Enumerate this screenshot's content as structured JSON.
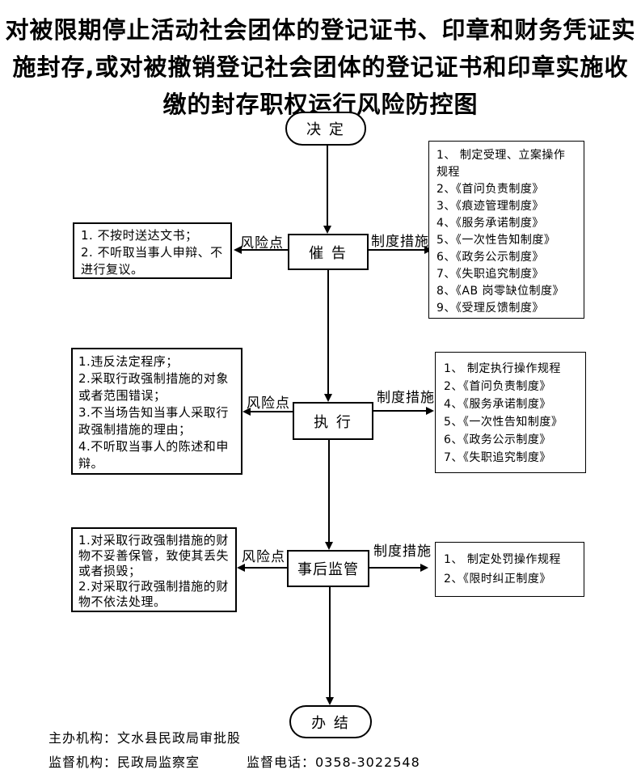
{
  "title": {
    "lines": [
      "对被限期停止活动社会团体的登记证书、印章和财务凭证实",
      "施封存,或对被撤销登记社会团体的登记证书和印章实施收",
      "缴的封存职权运行风险防控图"
    ]
  },
  "nodes": {
    "decision": "决 定",
    "reminder": "催 告",
    "execution": "执 行",
    "post_supervision": "事后监管",
    "completion": "办 结"
  },
  "labels": {
    "risk_point": "风险点",
    "measures": "制度措施"
  },
  "risk_boxes": {
    "reminder": {
      "items": [
        "1. 不按时送达文书；",
        "2. 不听取当事人申辩、不进行复议。"
      ]
    },
    "execution": {
      "items": [
        "1.违反法定程序；",
        "2.采取行政强制措施的对象或者范围错误；",
        "3.不当场告知当事人采取行政强制措施的理由；",
        "4.不听取当事人的陈述和申辩。"
      ]
    },
    "post_supervision": {
      "items": [
        "1.对采取行政强制措施的财物不妥善保管，致使其丢失或者损毁；",
        "2.对采取行政强制措施的财物不依法处理。"
      ]
    }
  },
  "measure_boxes": {
    "reminder": {
      "items": [
        "1、 制定受理、立案操作规程",
        "2、《首问负责制度》",
        "3、《痕迹管理制度》",
        "4、《服务承诺制度》",
        "5、《一次性告知制度》",
        "6、《政务公示制度》",
        "7、《失职追究制度》",
        "8、《AB 岗零缺位制度》",
        "9、《受理反馈制度》"
      ]
    },
    "execution": {
      "items": [
        "1、 制定执行操作规程",
        "2、《首问负责制度》",
        "4、《服务承诺制度》",
        "5、《一次性告知制度》",
        "6、《政务公示制度》",
        "7、《失职追究制度》"
      ]
    },
    "post_supervision": {
      "items": [
        "1、 制定处罚操作规程",
        "2、《限时纠正制度》"
      ]
    }
  },
  "footer": {
    "organizer": "主办机构：文水县民政局审批股",
    "supervisor": "监督机构：民政局监察室",
    "phone": "监督电话：0358-3022548"
  }
}
